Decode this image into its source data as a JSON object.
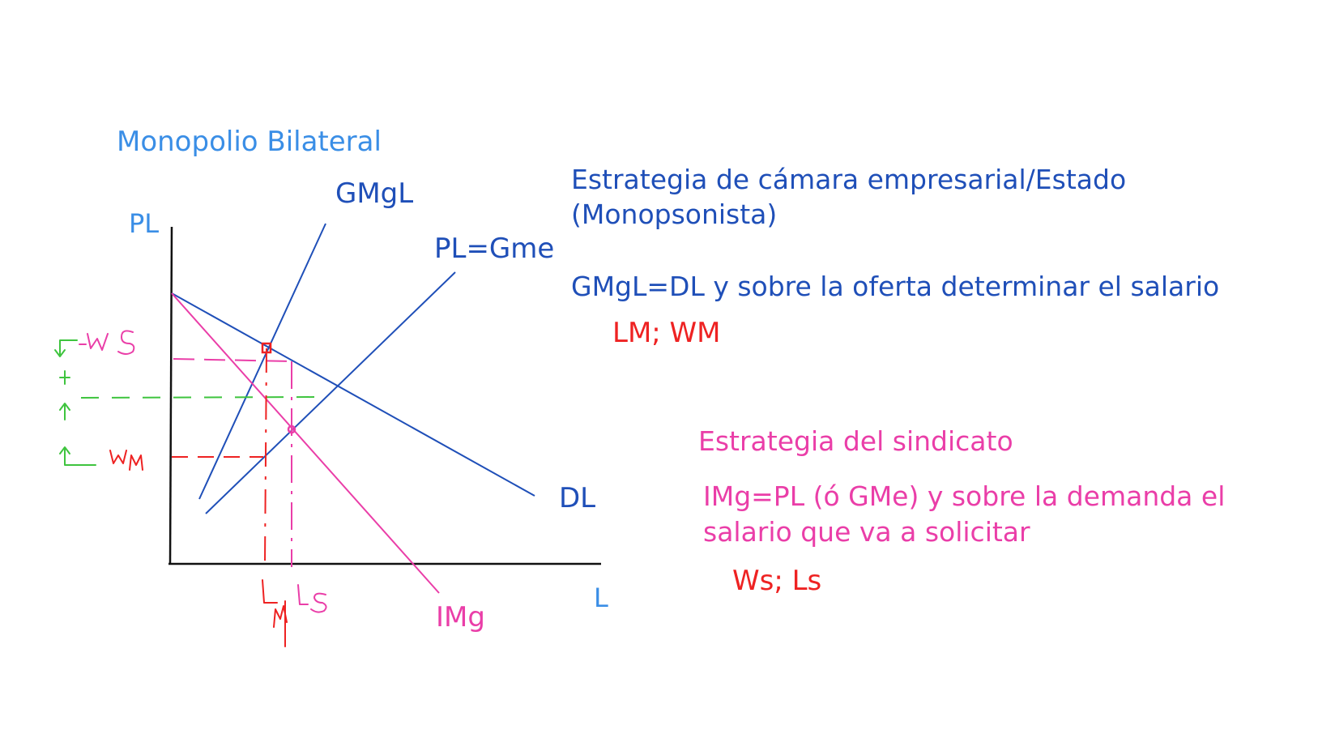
{
  "title": "Monopolio Bilateral",
  "axes": {
    "y_label": "PL",
    "x_label": "L"
  },
  "curve_labels": {
    "gmgl": "GMgL",
    "supply": "PL=Gme",
    "demand": "DL",
    "img": "IMg"
  },
  "handwritten_marks": {
    "ws": "Ws",
    "wm": "WM",
    "lm": "LM",
    "ls": "Ls"
  },
  "employer_strategy": {
    "heading_line1": "Estrategia de cámara empresarial/Estado",
    "heading_line2": "(Monopsonista)",
    "rule": "GMgL=DL y sobre la oferta determinar el salario",
    "result": "LM; WM"
  },
  "union_strategy": {
    "heading": "Estrategia del sindicato",
    "rule_line1": "IMg=PL (ó GMe) y sobre la demanda el",
    "rule_line2": "salario que va a solicitar",
    "result": "Ws; Ls"
  },
  "colors": {
    "title": "#3a8ee6",
    "curves": "#1f4fb8",
    "img": "#ea3ea8",
    "red_marks": "#ee2222",
    "green_marks": "#3ec43e"
  }
}
